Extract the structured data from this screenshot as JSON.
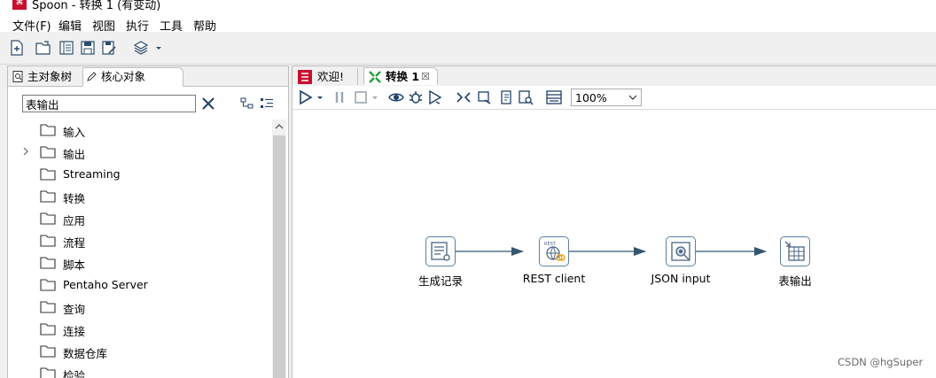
{
  "window": {
    "title": "Spoon - 转换 1 (有变动)"
  },
  "menu": {
    "items": [
      "文件(F)",
      "编辑",
      "视图",
      "执行",
      "工具",
      "帮助"
    ]
  },
  "left_panel": {
    "tabs": [
      {
        "label": "主对象树",
        "icon": "search-doc-icon"
      },
      {
        "label": "核心对象",
        "icon": "pencil-icon"
      }
    ],
    "active_tab": "核心对象",
    "search": {
      "value": "表输出"
    },
    "tree_items": [
      {
        "label": "输入",
        "expandable": false
      },
      {
        "label": "输出",
        "expandable": true
      },
      {
        "label": "Streaming",
        "expandable": false
      },
      {
        "label": "转换",
        "expandable": false
      },
      {
        "label": "应用",
        "expandable": false
      },
      {
        "label": "流程",
        "expandable": false
      },
      {
        "label": "脚本",
        "expandable": false
      },
      {
        "label": "Pentaho Server",
        "expandable": false
      },
      {
        "label": "查询",
        "expandable": false
      },
      {
        "label": "连接",
        "expandable": false
      },
      {
        "label": "数据仓库",
        "expandable": false
      },
      {
        "label": "检验",
        "expandable": false
      }
    ]
  },
  "right_panel": {
    "tabs": [
      {
        "label": "欢迎!",
        "icon": "spoon-logo-icon"
      },
      {
        "label": "转换 1",
        "icon": "transformation-icon",
        "closable": true,
        "close_glyph": "☒"
      }
    ],
    "active_tab": "转换 1",
    "zoom": "100%"
  },
  "canvas": {
    "steps": [
      {
        "label": "生成记录",
        "icon": "generate-rows-icon"
      },
      {
        "label": "REST client",
        "icon": "rest-client-icon"
      },
      {
        "label": "JSON input",
        "icon": "json-input-icon"
      },
      {
        "label": "表输出",
        "icon": "table-output-icon"
      }
    ],
    "hop_color": "#35566f"
  },
  "watermark": "CSDN @hgSuper",
  "colors": {
    "app_icon": "#c8102e",
    "accent": "#1a5d9c",
    "step_border": "#5b7fa0"
  }
}
